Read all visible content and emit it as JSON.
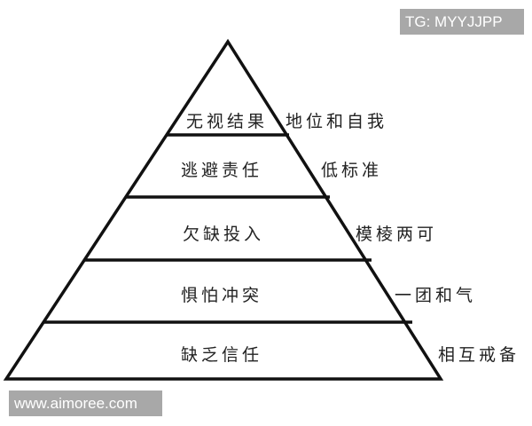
{
  "watermark_top": "TG: MYYJJPP",
  "watermark_bottom": "www.aimoree.com",
  "pyramid": {
    "levels": [
      {
        "dysfunction": "无视结果",
        "symptom": "地位和自我"
      },
      {
        "dysfunction": "逃避责任",
        "symptom": "低标准"
      },
      {
        "dysfunction": "欠缺投入",
        "symptom": "模棱两可"
      },
      {
        "dysfunction": "惧怕冲突",
        "symptom": "一团和气"
      },
      {
        "dysfunction": "缺乏信任",
        "symptom": "相互戒备"
      }
    ]
  }
}
